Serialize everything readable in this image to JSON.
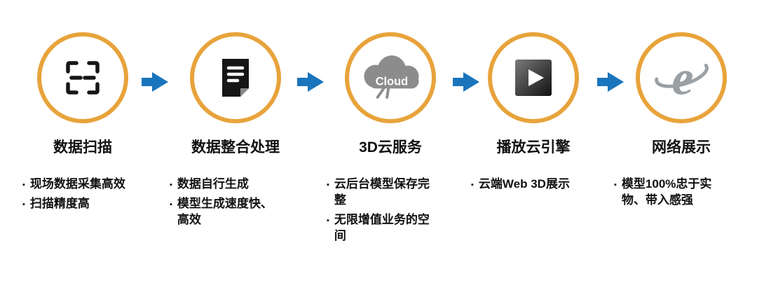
{
  "bullet_char": "▪",
  "colors": {
    "ring": "#E8A33B",
    "arrow": "#1B75BC",
    "icon-dark": "#161616",
    "icon-gray": "#8C8C8C"
  },
  "steps": [
    {
      "title": "数据扫描",
      "icon": "scan-icon",
      "bullets": [
        "现场数据采集高效",
        "扫描精度高"
      ]
    },
    {
      "title": "数据整合处理",
      "icon": "document-icon",
      "bullets": [
        "数据自行生成",
        "模型生成速度快、高效"
      ]
    },
    {
      "title": "3D云服务",
      "icon": "cloud-icon",
      "icon_text": "Cloud",
      "bullets": [
        "云后台模型保存完整",
        "无限增值业务的空间"
      ]
    },
    {
      "title": "播放云引擎",
      "icon": "play-icon",
      "bullets": [
        "云端Web 3D展示"
      ]
    },
    {
      "title": "网络展示",
      "icon": "ie-icon",
      "icon_text": "e",
      "bullets": [
        "模型100%忠于实物、带入感强"
      ]
    }
  ]
}
